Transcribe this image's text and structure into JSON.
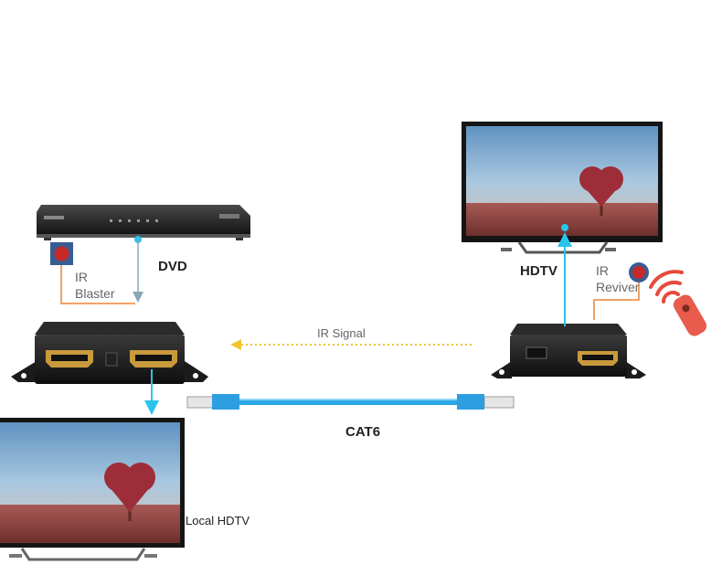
{
  "labels": {
    "dvd": "DVD",
    "ir_blaster_line1": "IR",
    "ir_blaster_line2": "Blaster",
    "hdtv": "HDTV",
    "ir_receiver_line1": "IR",
    "ir_receiver_line2": "Reviver",
    "ir_signal": "IR Signal",
    "cat6": "CAT6",
    "local_hdtv": "Local HDTV"
  },
  "colors": {
    "link_cyan": "#29c4ee",
    "cable_blue": "#2aa6e8",
    "ir_line_orange": "#f0a266",
    "ir_signal_yellow": "#f1c232",
    "device_body": "#1b1b1b",
    "hdmi_gold": "#c99a3c",
    "ir_dot_red": "#c62828"
  },
  "icons": [
    "tv-screen-icon",
    "dvd-player-icon",
    "hdmi-port-icon",
    "rj45-connector-icon",
    "remote-control-icon",
    "ir-waves-icon"
  ]
}
